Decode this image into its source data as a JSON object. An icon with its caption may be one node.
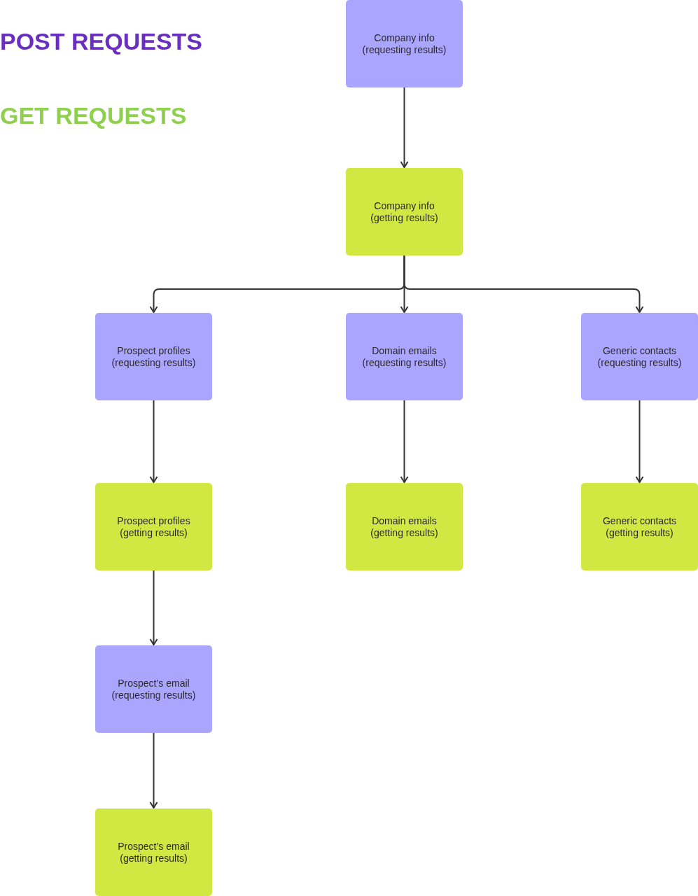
{
  "diagram": {
    "nodes": [
      {
        "text": [
          "Company info (requesting results)"
        ]
      },
      {
        "text": [
          "Company info (getting results)"
        ]
      },
      {
        "text": [
          "Prospect profiles (requesting results)"
        ]
      },
      {
        "text": [
          "Domain emails (requesting results)"
        ]
      },
      {
        "text": [
          "Generic contacts (requesting results)"
        ]
      },
      {
        "text": [
          "Prospect profiles (getting results)"
        ]
      },
      {
        "text": [
          "Domain emails (getting results)"
        ]
      },
      {
        "text": [
          "Generic contacts (getting results)"
        ]
      },
      {
        "text": [
          "Prospect’s email (requesting results)"
        ]
      },
      {
        "text": [
          "Prospect’s email (getting results)"
        ]
      }
    ],
    "edges": [
      {
        "from": 0,
        "to": 1,
        "arrow": "to"
      },
      {
        "from": 1,
        "to": 2,
        "arrow": "to"
      },
      {
        "from": 1,
        "to": 3,
        "arrow": "to"
      },
      {
        "from": 1,
        "to": 4,
        "arrow": "to"
      },
      {
        "from": 2,
        "to": 5,
        "arrow": "to"
      },
      {
        "from": 3,
        "to": 6,
        "arrow": "to"
      },
      {
        "from": 4,
        "to": 7,
        "arrow": "to"
      },
      {
        "from": 5,
        "to": 8,
        "arrow": "to"
      },
      {
        "from": 8,
        "to": 9,
        "arrow": "to"
      }
    ],
    "legend": [
      {
        "text": "POST REQUESTS",
        "color": "#6a2fc0"
      },
      {
        "text": "GET REQUESTS",
        "color": "#8fd14f"
      }
    ]
  }
}
